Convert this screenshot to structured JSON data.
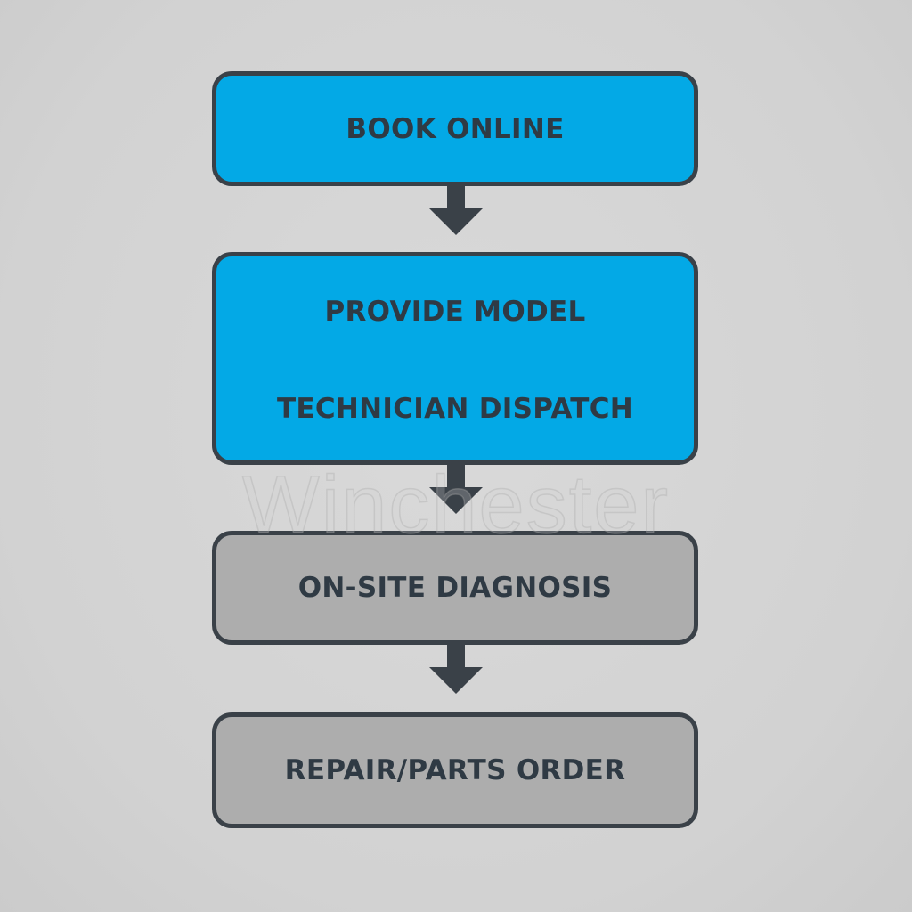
{
  "diagram": {
    "steps": [
      {
        "label": "BOOK ONLINE",
        "status": "active"
      },
      {
        "lines": [
          "PROVIDE MODEL",
          "TECHNICIAN DISPATCH"
        ],
        "status": "active"
      },
      {
        "label": "ON-SITE DIAGNOSIS",
        "status": "pending"
      },
      {
        "label": "REPAIR/PARTS ORDER",
        "status": "pending"
      }
    ],
    "arrow_icon": "arrow-down-icon",
    "watermark": "Winchester"
  },
  "colors": {
    "active_fill": "#03a9e6",
    "pending_fill": "#adadad",
    "border": "#3a4148",
    "text": "#2f3a44",
    "background": "#d2d2d2"
  }
}
